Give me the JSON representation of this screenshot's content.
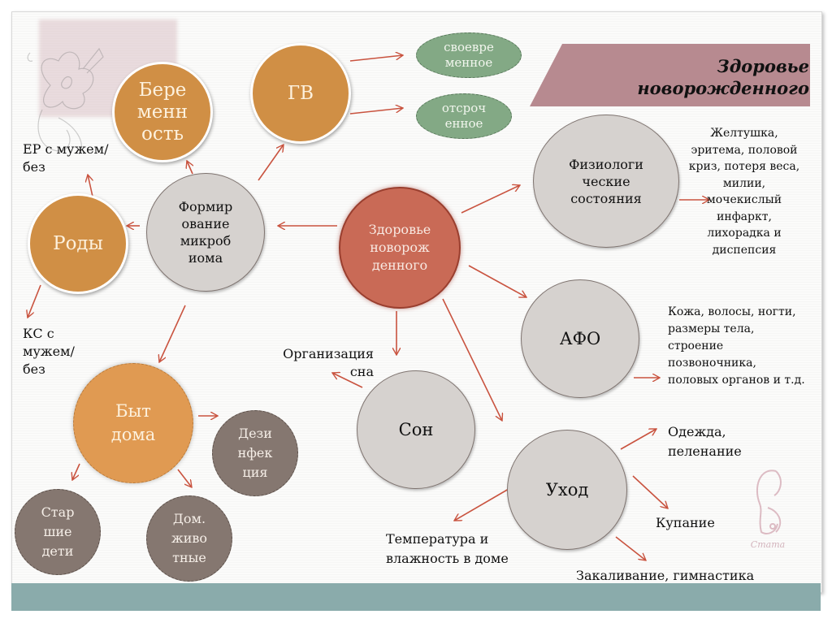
{
  "title": "Здоровье новорожденного",
  "title_lines": [
    "Здоровье",
    "новорожденного"
  ],
  "colors": {
    "center_node": "#c96a56",
    "orange_node": "#d08f45",
    "gray_node": "#d6d2cf",
    "brown_node": "#857770",
    "green_node": "#83a985",
    "arrow": "#c9533f",
    "banner": "#b78a90",
    "footer_bar": "#8aabab"
  },
  "nodes": {
    "center": "Здоровье новорож денного",
    "microbiome": "Формир ование микроб иома",
    "pregnancy": "Бере менн ость",
    "birth": "Роды",
    "breastfeeding": "ГВ",
    "timely": "своевре менное",
    "delayed": "отсроч енное",
    "home_life": "Быт дома",
    "disinfection": "Дези нфек ция",
    "older_children": "Стар шие дети",
    "pets": "Дом. живо тные",
    "physiological": "Физиологи ческие состояния",
    "afo": "АФО",
    "sleep": "Сон",
    "care": "Уход"
  },
  "labels": {
    "ep_with_husband": "ЕР с мужем/без",
    "cs_with_husband": "КС с мужем/ без",
    "sleep_org": "Организация сна",
    "physiological_list": "Желтушка, эритема, половой криз, потеря веса, милии, мочекислый инфаркт, лихорадка и диспепсия",
    "afo_list": "Кожа, волосы, ногти, размеры тела, строение позвоночника, половых органов и т.д.",
    "clothing": "Одежда, пеленание",
    "bathing": "Купание",
    "temperature": "Температура и влажность в доме",
    "hardening": "Закаливание, гимнастика"
  },
  "logo_text": "Cmama"
}
